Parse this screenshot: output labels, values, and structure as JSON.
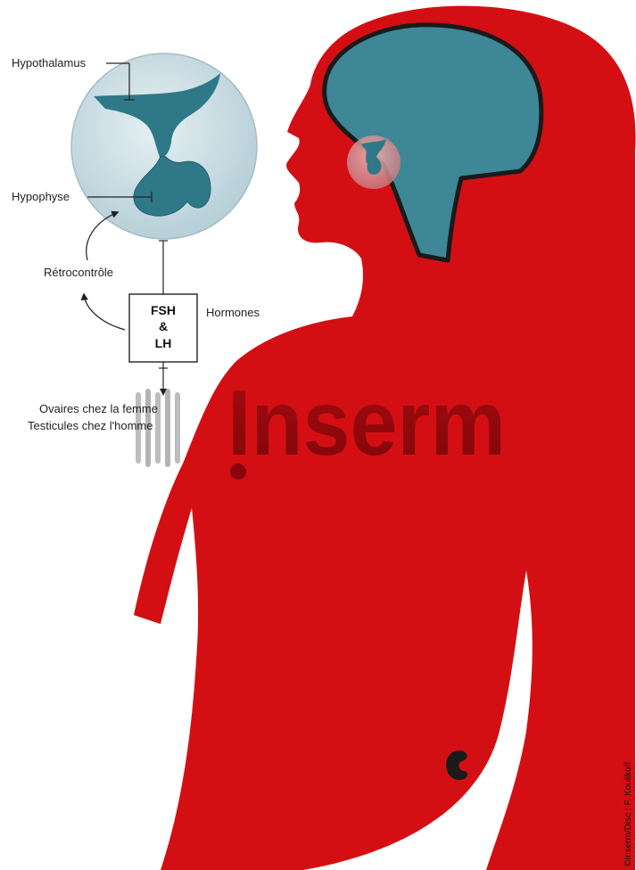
{
  "labels": {
    "hypothalamus": "Hypothalamus",
    "hypophyse": "Hypophyse",
    "retrocontrole": "Rétrocontrôle",
    "hormones": "Hormones",
    "hormone_box_line1": "FSH",
    "hormone_box_line2": "&",
    "hormone_box_line3": "LH",
    "target_line1": "Ovaires chez la femme",
    "target_line2": "Testicules chez l'homme"
  },
  "watermark": "Inserm",
  "credit": "©Inserm/Disc : F. Koulikoff",
  "colors": {
    "body": "#d40f14",
    "body_dark": "#b00a0f",
    "brain": "#3e8796",
    "gland": "#2f7888",
    "inset_circle": "#cddfe6",
    "outline": "#1a1a1a",
    "text": "#222222"
  }
}
